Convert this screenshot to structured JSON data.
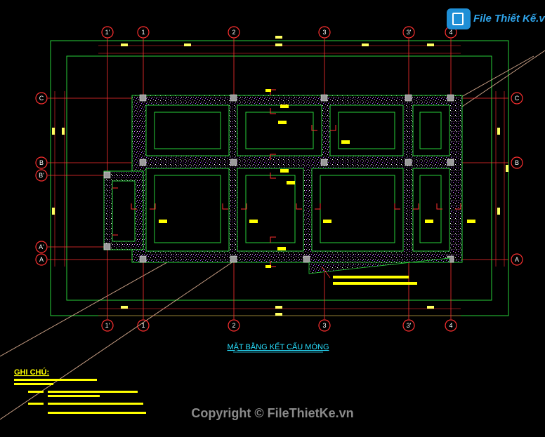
{
  "logo": {
    "text": "File Thiết Kế.vn",
    "icon": "document-icon"
  },
  "drawing": {
    "title": "MẶT BẰNG KẾT CẤU MÓNG",
    "grid_top_labels": [
      "1'",
      "1",
      "2",
      "3",
      "3'",
      "4"
    ],
    "grid_left_labels": [
      "C",
      "B",
      "B'",
      "A'",
      "A"
    ],
    "grid_right_labels": [
      "C",
      "B",
      "A"
    ],
    "notes_heading": "GHI CHÚ:"
  },
  "footer": {
    "copyright": "Copyright © FileThietKe.vn"
  },
  "colors": {
    "background": "#000000",
    "grid_line": "#ff3030",
    "bubble": "#ff3030",
    "bubble_text": "#ffffff",
    "wall": "#29d13a",
    "speckle": "#d060ff",
    "title": "#28e0ff",
    "label_box": "#ffff00",
    "diagonal": "#e8b89a"
  }
}
